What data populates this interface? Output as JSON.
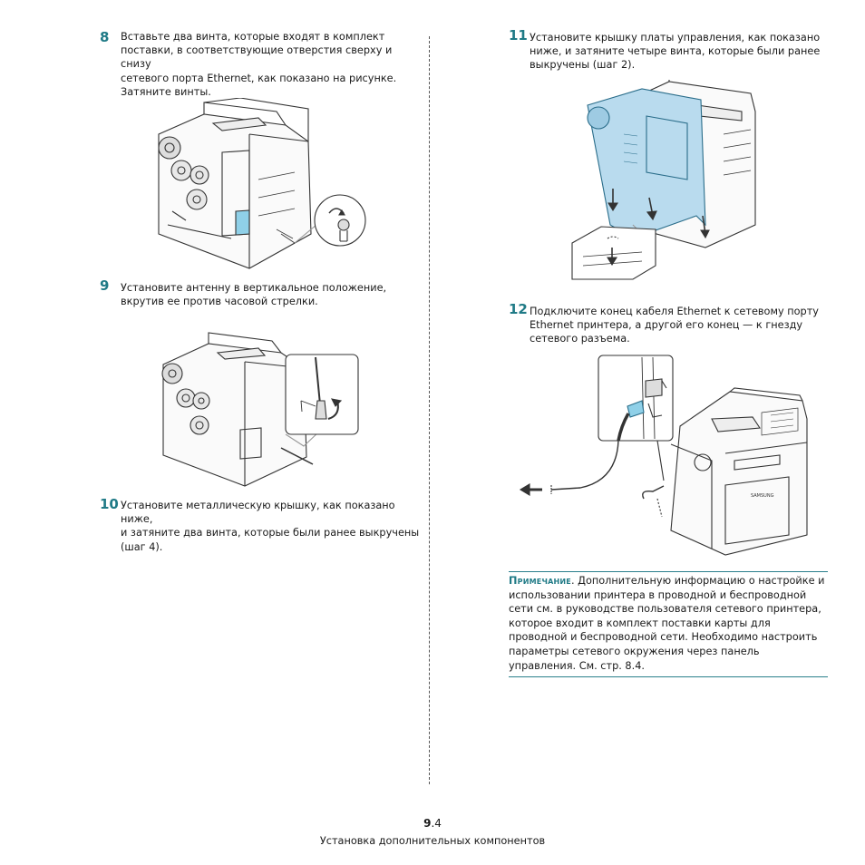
{
  "steps": [
    {
      "number": "8",
      "text": "Вставьте два винта, которые входят в комплект\nпоставки, в соответствующие отверстия сверху и снизу\nсетевого порта Ethernet, как показано на рисунке.\nЗатяните винты."
    },
    {
      "number": "9",
      "text": "Установите антенну в вертикальное положение,\nвкрутив ее против часовой стрелки."
    },
    {
      "number": "10",
      "text": "Установите металлическую крышку, как показано ниже,\nи затяните два винта, которые были ранее выкручены\n(шаг 4)."
    },
    {
      "number": "11",
      "text": "Установите крышку платы управления, как показано\nниже, и затяните четыре винта, которые были ранее\nвыкручены (шаг 2)."
    },
    {
      "number": "12",
      "text": "Подключите конец кабеля Ethernet к сетевому порту\nEthernet принтера, а другой его конец — к гнезду\nсетевого разъема."
    }
  ],
  "note": {
    "label": "Примечание",
    "text": ". Дополнительную информацию о настройке и использовании принтера в проводной и беспроводной сети см. в руководстве пользователя сетевого принтера, которое входит в комплект поставки карты для проводной и беспроводной сети. Необходимо настроить параметры сетевого окружения через панель управления. См. стр. 8.4."
  },
  "footer": {
    "chapter": "9",
    "page": ".4",
    "title": "Установка дополнительных компонентов"
  },
  "figure_text": {
    "brand": "SAMSUNG"
  },
  "colors": {
    "accent": "#1f7a86",
    "cover_highlight": "#b9dbee"
  }
}
